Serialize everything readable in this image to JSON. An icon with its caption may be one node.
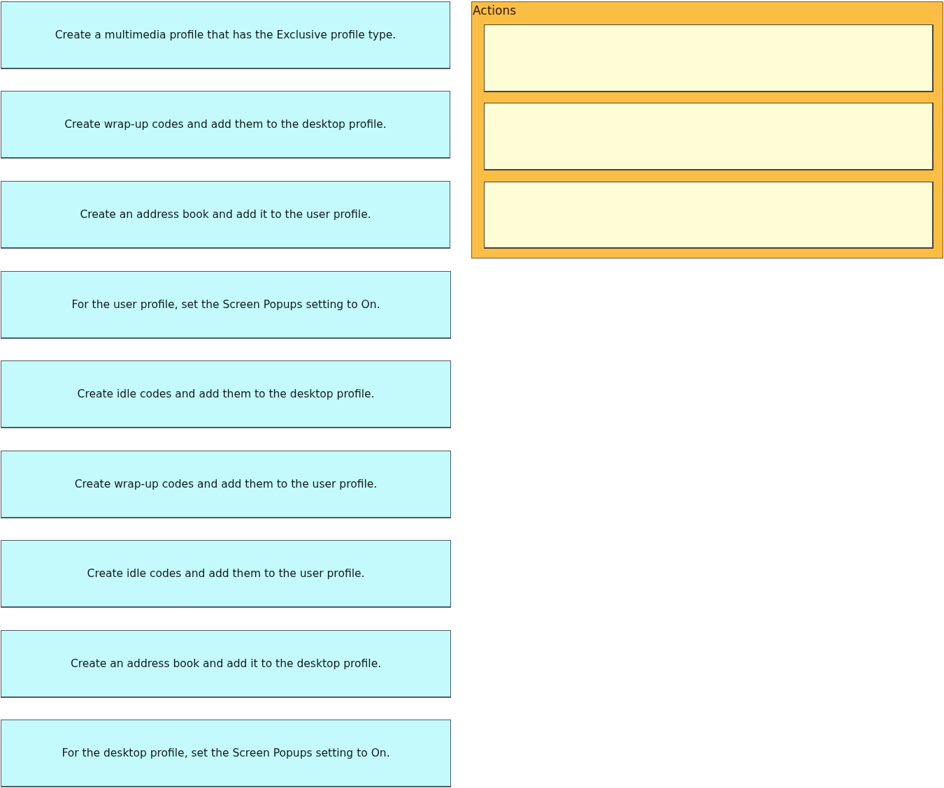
{
  "diagram": {
    "nodes": [
      {
        "text": [
          "Create a multimedia profile that has the Exclusive profile type."
        ]
      },
      {
        "text": [
          "Create wrap-up codes and add them to the desktop profile."
        ]
      },
      {
        "text": [
          "Create an address book and add it to the user profile."
        ]
      },
      {
        "text": [
          "For the user profile, set the Screen Popups setting to On."
        ]
      },
      {
        "text": [
          "Create idle codes and add them to the desktop profile."
        ]
      },
      {
        "text": [
          "Create wrap-up codes and add them to the user profile."
        ]
      },
      {
        "text": [
          "Create idle codes and add them to the user profile."
        ]
      },
      {
        "text": [
          "Create an address book and add it to the desktop profile."
        ]
      },
      {
        "text": [
          "For the desktop profile, set the Screen Popups setting to On."
        ]
      },
      {
        "text": [
          "Actions"
        ]
      },
      {
        "text": [],
        "shape": "box",
        "in": 9
      },
      {
        "text": [],
        "shape": "box",
        "in": 9
      },
      {
        "text": [],
        "shape": "box",
        "in": 9
      }
    ]
  }
}
